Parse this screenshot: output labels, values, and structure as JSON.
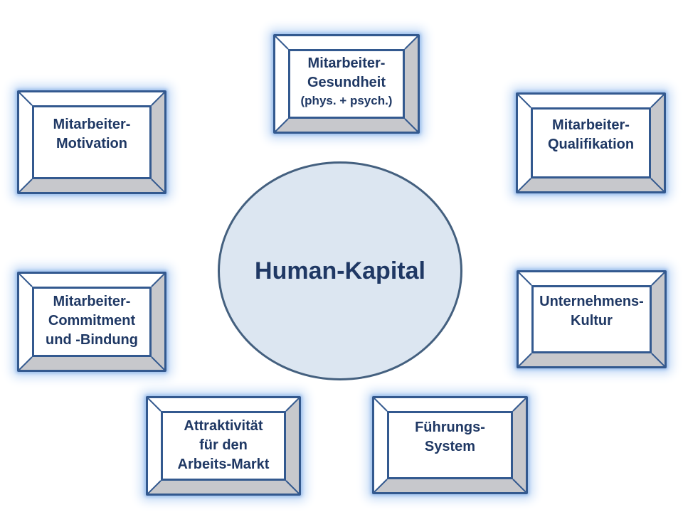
{
  "diagram": {
    "center": {
      "label": "Human-Kapital"
    },
    "nodes": [
      {
        "id": "mitarbeiter-gesundheit",
        "lines": [
          "Mitarbeiter-",
          "Gesundheit"
        ],
        "subline": "(phys. + psych.)"
      },
      {
        "id": "mitarbeiter-motivation",
        "lines": [
          "Mitarbeiter-",
          "Motivation"
        ]
      },
      {
        "id": "mitarbeiter-qualifikation",
        "lines": [
          "Mitarbeiter-",
          "Qualifikation"
        ]
      },
      {
        "id": "mitarbeiter-commitment",
        "lines": [
          "Mitarbeiter-",
          "Commitment",
          "und -Bindung"
        ]
      },
      {
        "id": "unternehmens-kultur",
        "lines": [
          "Unternehmens-",
          "Kultur"
        ]
      },
      {
        "id": "attraktivitaet-arbeitsmarkt",
        "lines": [
          "Attraktivität",
          "für den",
          "Arbeits-Markt"
        ]
      },
      {
        "id": "fuehrungs-system",
        "lines": [
          "Führungs-",
          "System"
        ]
      }
    ],
    "colors": {
      "frame_border": "#33598f",
      "bevel_light": "#ffffff",
      "bevel_shade": "#c7c8cc",
      "glow": "#c4daf6",
      "label_text": "#1f3864",
      "hub_fill": "#dce6f1",
      "hub_border": "#44607f"
    }
  }
}
